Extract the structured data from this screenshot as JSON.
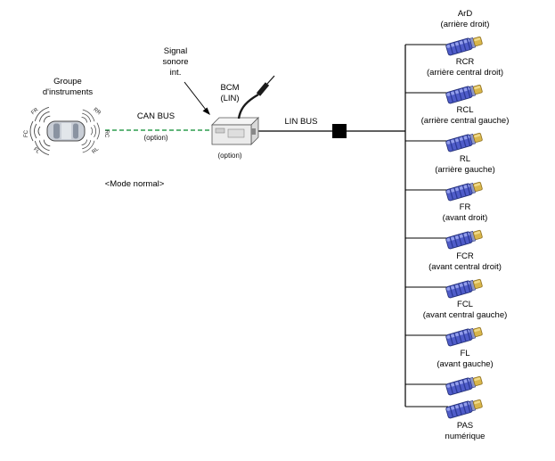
{
  "diagram": {
    "cluster": {
      "title": [
        "Groupe",
        "d'instruments"
      ],
      "zones": {
        "fr": "FR",
        "fc": "FC",
        "fl": "FL",
        "rr": "RR",
        "rc": "RC",
        "rl": "RL"
      }
    },
    "can_bus": {
      "label": "CAN BUS",
      "option": "(option)"
    },
    "signal": {
      "lines": [
        "Signal",
        "sonore",
        "int."
      ]
    },
    "bcm": {
      "label": [
        "BCM",
        "(LIN)"
      ],
      "option": "(option)"
    },
    "lin_bus": {
      "label": "LIN BUS"
    },
    "mode_label": "<Mode normal>",
    "sensors": [
      {
        "name": "ArD",
        "desc": "(arrière droit)"
      },
      {
        "name": "RCR",
        "desc": "(arrière central droit)"
      },
      {
        "name": "RCL",
        "desc": "(arrière central gauche)"
      },
      {
        "name": "RL",
        "desc": "(arrière gauche)"
      },
      {
        "name": "FR",
        "desc": "(avant droit)"
      },
      {
        "name": "FCR",
        "desc": "(avant central droit)"
      },
      {
        "name": "FCL",
        "desc": "(avant central gauche)"
      },
      {
        "name": "FL",
        "desc": "(avant gauche)"
      },
      {
        "name": "PAS",
        "desc": "numérique"
      }
    ],
    "colors": {
      "can_bus_green": "#2f9e4e",
      "sensor_blue": "#4f5cc9",
      "sensor_tip_gold": "#d9b64a",
      "bus_line_black": "#000000"
    }
  }
}
